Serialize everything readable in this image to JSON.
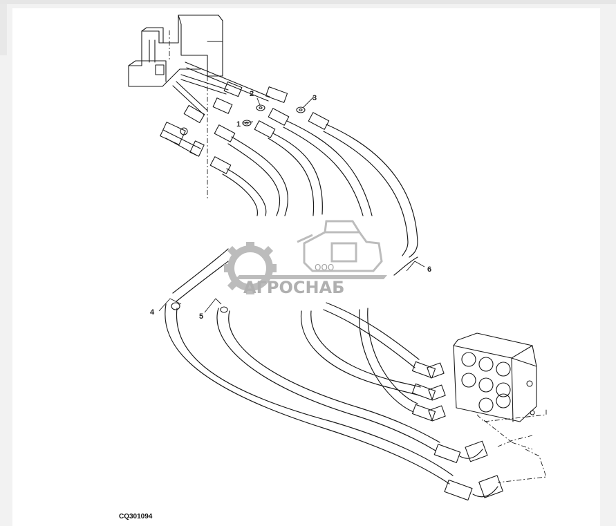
{
  "figure_id": "CQ301094",
  "callouts": [
    "1",
    "2",
    "3",
    "4",
    "5",
    "6"
  ],
  "watermark": {
    "small": "ООО",
    "name": "АГРОСНАБ"
  },
  "colors": {
    "line": "#1a1a1a",
    "watermark": "#b5b5b5",
    "background": "#ffffff"
  }
}
